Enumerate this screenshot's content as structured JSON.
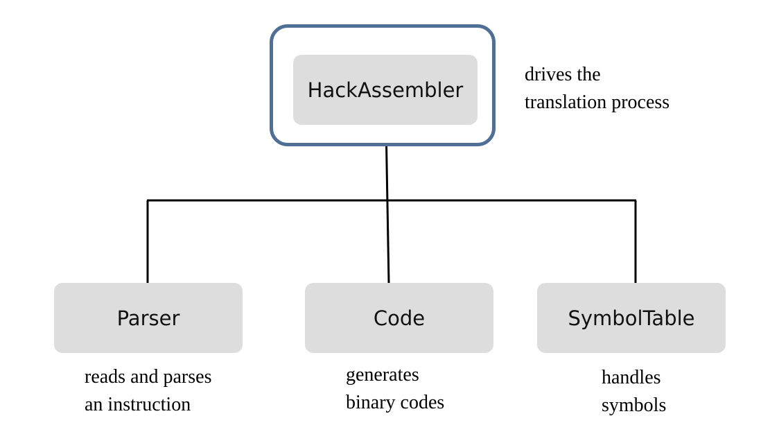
{
  "diagram": {
    "root": {
      "label": "HackAssembler",
      "note_lines": [
        "drives the",
        "translation process"
      ]
    },
    "children": [
      {
        "label": "Parser",
        "note_lines": [
          "reads and parses",
          "an instruction"
        ]
      },
      {
        "label": "Code",
        "note_lines": [
          "generates",
          "binary codes"
        ]
      },
      {
        "label": "SymbolTable",
        "note_lines": [
          "handles",
          "symbols"
        ]
      }
    ],
    "colors": {
      "frame_border": "#4f6f96",
      "module_fill": "#dddddd",
      "connector": "#000000"
    }
  }
}
